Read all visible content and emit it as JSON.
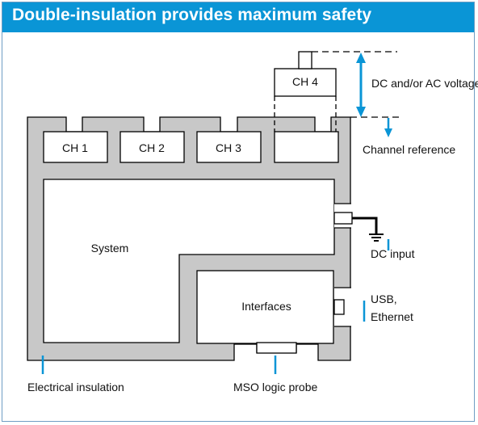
{
  "header": {
    "title": "Double-insulation provides maximum safety"
  },
  "channels": {
    "ch1": "CH 1",
    "ch2": "CH 2",
    "ch3": "CH 3",
    "ch4": "CH 4"
  },
  "blocks": {
    "system": "System",
    "interfaces": "Interfaces"
  },
  "labels": {
    "voltage": "DC and/or AC voltage",
    "channel_reference": "Channel reference",
    "dc_input": "DC input",
    "usb_line1": "USB,",
    "usb_line2": "Ethernet",
    "electrical_insulation": "Electrical insulation",
    "mso_probe": "MSO logic probe"
  },
  "colors": {
    "header": "#0a95d6",
    "insulation": "#c8c8c8",
    "arrow": "#0a95d6",
    "outline": "#000000",
    "frame": "#6f9ec4"
  }
}
